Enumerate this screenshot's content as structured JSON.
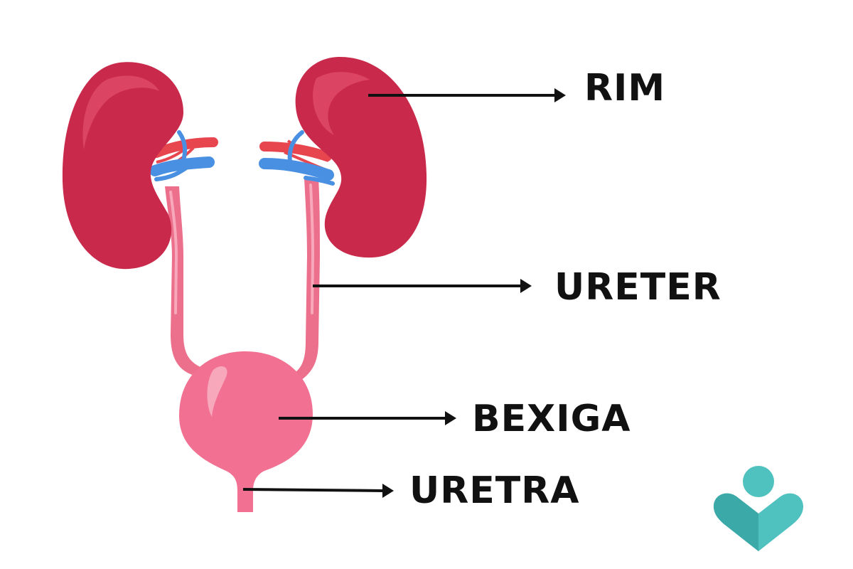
{
  "labels": {
    "kidney": "RIM",
    "ureter": "URETER",
    "bladder": "BEXIGA",
    "urethra": "URETRA"
  },
  "colors": {
    "kidney": "#c92a4b",
    "kidney_highlight": "#dc4463",
    "ureter": "#ec6f8c",
    "ureter_highlight": "#f7a9bb",
    "bladder": "#f27192",
    "artery": "#e8464f",
    "vein": "#4a90e2",
    "arrow": "#111111",
    "logo": "#4fc1bf"
  },
  "icons": {
    "logo": "brand-logo-icon"
  }
}
